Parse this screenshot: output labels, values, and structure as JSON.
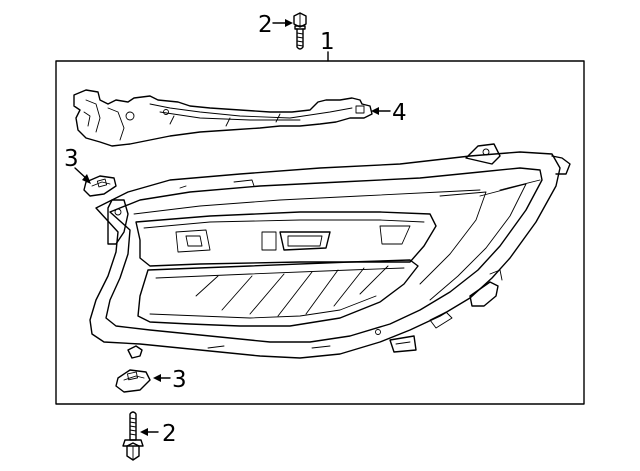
{
  "callouts": {
    "top_bolt": "2",
    "assembly": "1",
    "bracket": "4",
    "upper_clip": "3",
    "lower_clip": "3",
    "bottom_bolt": "2"
  }
}
